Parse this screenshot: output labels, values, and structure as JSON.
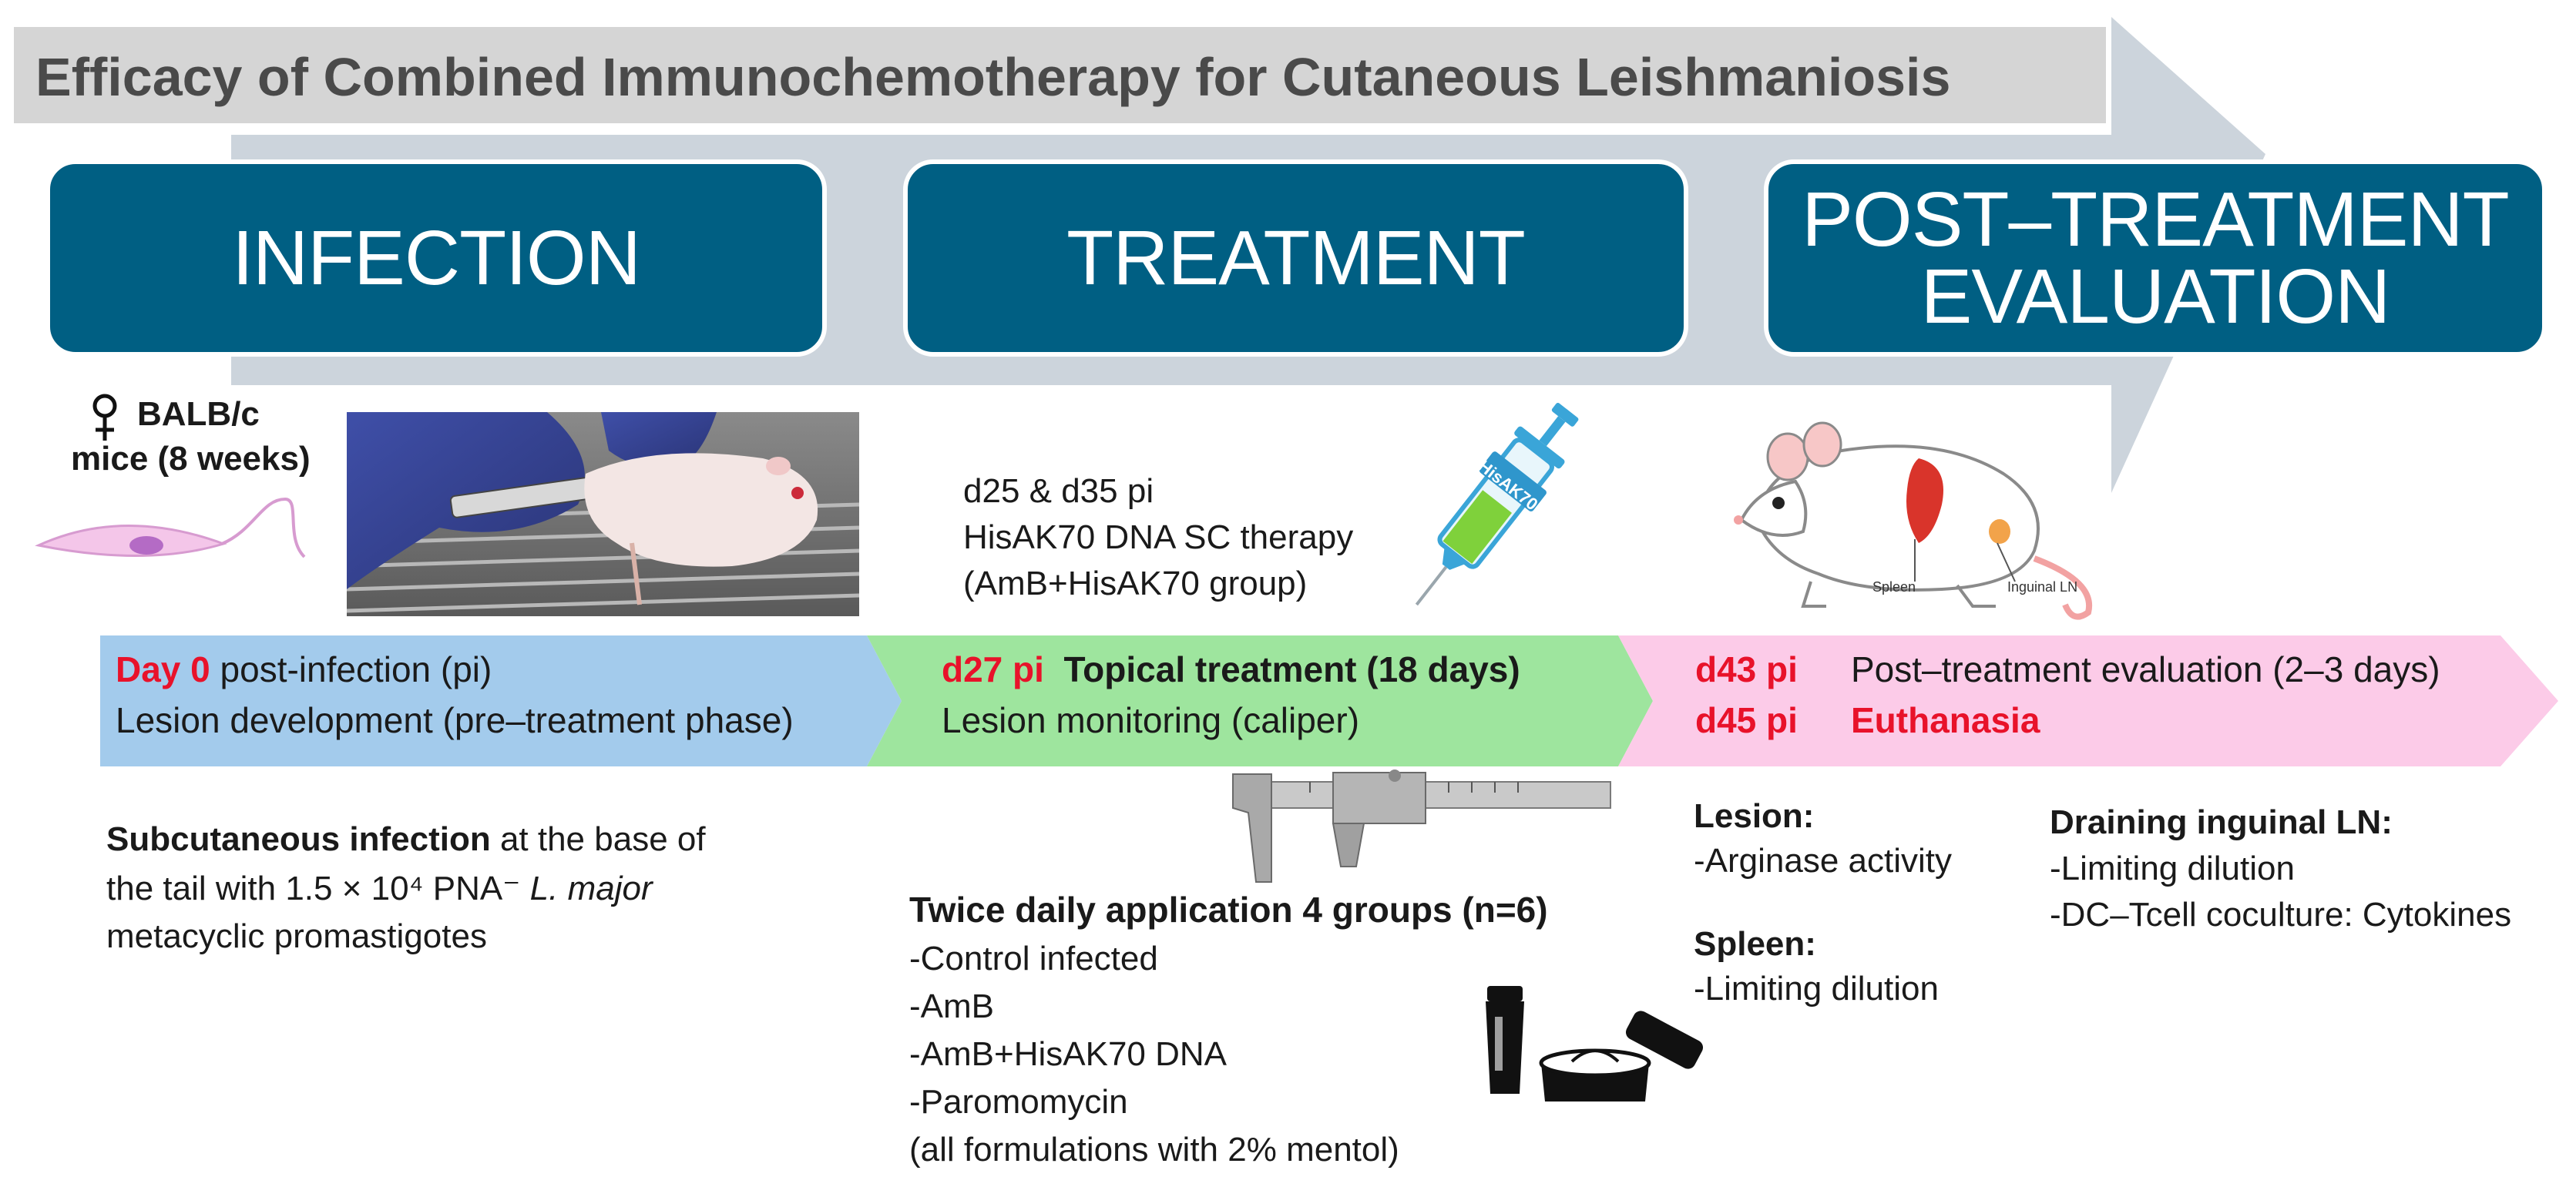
{
  "title": "Efficacy of Combined Immunochemotherapy for Cutaneous Leishmaniosis",
  "phases": [
    {
      "label": "INFECTION"
    },
    {
      "label": "TREATMENT"
    },
    {
      "label_line1": "POST–TREATMENT",
      "label_line2": "EVALUATION"
    }
  ],
  "infection": {
    "mouse_line1": "BALB/c",
    "mouse_line2": "mice (8 weeks)",
    "timeline_day": "Day 0",
    "timeline_day_rest": "post-infection (pi)",
    "timeline_line2": "Lesion development (pre–treatment phase)",
    "desc_bold": "Subcutaneous infection",
    "desc_1": "at the base of",
    "desc_2": "the tail with 1.5 × 10⁴ PNA⁻",
    "desc_2_ital": "L. major",
    "desc_3": "metacyclic promastigotes"
  },
  "treatment": {
    "sc_line1": "d25 & d35 pi",
    "sc_line2": "HisAK70 DNA SC therapy",
    "sc_line3": "(AmB+HisAK70 group)",
    "syringe_label": "HisAK70",
    "timeline_day": "d27 pi",
    "timeline_bold": "Topical treatment (18 days)",
    "timeline_line2": "Lesion monitoring (caliper)",
    "groups_title": "Twice daily application 4 groups (n=6)",
    "groups": [
      "-Control infected",
      "-AmB",
      "-AmB+HisAK70 DNA",
      "-Paromomycin",
      "(all formulations with 2% mentol)"
    ]
  },
  "evaluation": {
    "spleen_tag": "Spleen",
    "ln_tag": "Inguinal LN",
    "row1_day": "d43 pi",
    "row1_text": "Post–treatment evaluation (2–3 days)",
    "row2_day": "d45 pi",
    "row2_text": "Euthanasia",
    "lesion_title": "Lesion:",
    "lesion_item": "-Arginase activity",
    "spleen_title": "Spleen:",
    "spleen_item": "-Limiting dilution",
    "ln_title": "Draining inguinal LN:",
    "ln_items": [
      "-Limiting dilution",
      "-DC–Tcell coculture: Cytokines"
    ]
  },
  "colors": {
    "big_arrow": "#ccd4dc",
    "title_bar": "#d5d5d5",
    "phase_box": "#005f83",
    "timeline_blue": "#a3cbec",
    "timeline_green": "#9ee59e",
    "timeline_pink": "#fccbe8",
    "accent_red": "#e8122a"
  }
}
